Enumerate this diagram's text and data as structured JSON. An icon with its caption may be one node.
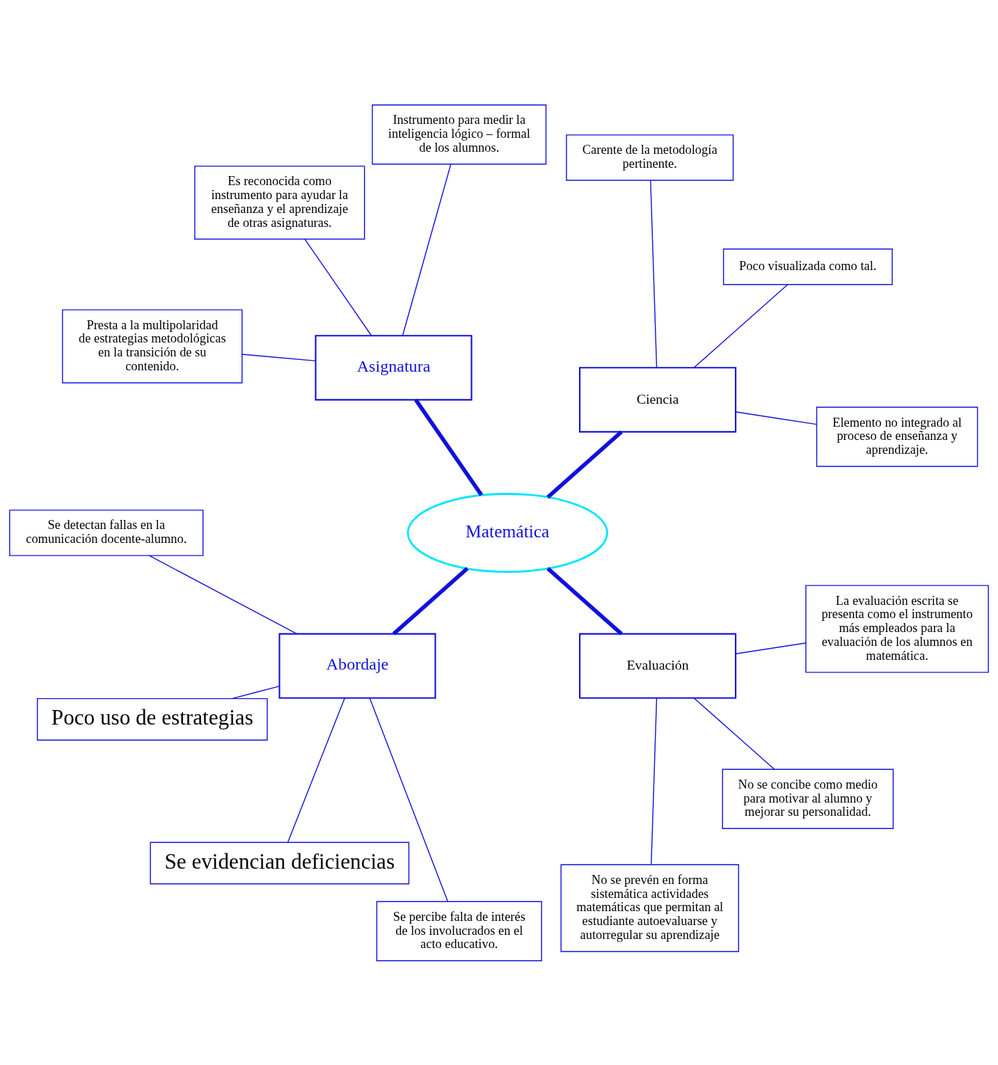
{
  "diagram": {
    "nodes": [
      {
        "text": [
          "Matemática"
        ]
      },
      {
        "text": [
          "Ciencia"
        ]
      },
      {
        "text": [
          "Asignatura"
        ]
      },
      {
        "text": [
          "Abordaje"
        ]
      },
      {
        "text": [
          "Evaluación"
        ]
      },
      {
        "text": [
          "Elemento no integrado al proceso de enseñanza y aprendizaje."
        ]
      },
      {
        "text": [
          "Poco visualizada como tal."
        ]
      },
      {
        "text": [
          "Carente de la metodología pertinente."
        ]
      },
      {
        "text": [
          "Instrumento para medir la inteligencia lógico – formal de los alumnos."
        ]
      },
      {
        "text": [
          "Es reconocida como instrumento para ayudar la enseñanza y el aprendizaje de otras asignaturas."
        ]
      },
      {
        "text": [
          "Presta a la multipolaridad de estrategias metodológicas en la transición de su contenido."
        ]
      },
      {
        "text": [
          "Se detectan fallas en la comunicación docente-alumno."
        ]
      },
      {
        "text": [
          "Poco uso de estrategias"
        ]
      },
      {
        "text": [
          "Se evidencian deficiencias"
        ]
      },
      {
        "text": [
          "Se percibe falta de interés de los involucrados en el acto educativo."
        ]
      },
      {
        "text": [
          "No se prevén en forma sistemática actividades matemáticas que permitan al estudiante autoevaluarse y autorregular su aprendizaje"
        ]
      },
      {
        "text": [
          "No se concibe como medio para motivar al alumno y mejorar su personalidad."
        ]
      },
      {
        "text": [
          "La evaluación escrita se presenta como el instrumento más empleados para la evaluación de los alumnos en matemática."
        ]
      }
    ],
    "edges": [
      {
        "from": 0,
        "to": 1,
        "arrow": "none",
        "style": "thick"
      },
      {
        "from": 0,
        "to": 2,
        "arrow": "none",
        "style": "thick"
      },
      {
        "from": 0,
        "to": 3,
        "arrow": "none",
        "style": "thick"
      },
      {
        "from": 0,
        "to": 4,
        "arrow": "none",
        "style": "thick"
      },
      {
        "from": 1,
        "to": 5,
        "arrow": "none"
      },
      {
        "from": 1,
        "to": 6,
        "arrow": "none"
      },
      {
        "from": 1,
        "to": 7,
        "arrow": "none"
      },
      {
        "from": 2,
        "to": 8,
        "arrow": "none"
      },
      {
        "from": 2,
        "to": 9,
        "arrow": "none"
      },
      {
        "from": 2,
        "to": 10,
        "arrow": "none"
      },
      {
        "from": 3,
        "to": 11,
        "arrow": "none"
      },
      {
        "from": 3,
        "to": 12,
        "arrow": "none"
      },
      {
        "from": 3,
        "to": 13,
        "arrow": "none"
      },
      {
        "from": 3,
        "to": 14,
        "arrow": "none"
      },
      {
        "from": 4,
        "to": 15,
        "arrow": "none"
      },
      {
        "from": 4,
        "to": 16,
        "arrow": "none"
      },
      {
        "from": 4,
        "to": 17,
        "arrow": "none"
      }
    ]
  }
}
